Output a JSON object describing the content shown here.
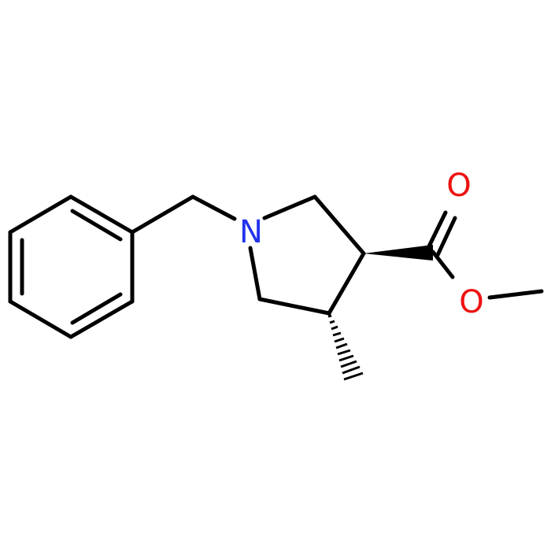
{
  "molecule": {
    "atoms": {
      "nitrogen": {
        "label": "N",
        "color": "#2233ee"
      },
      "carbonyl_oxygen": {
        "label": "O",
        "color": "#ee1111"
      },
      "ester_oxygen": {
        "label": "O",
        "color": "#ee1111"
      }
    },
    "bond_color": "#000000"
  }
}
